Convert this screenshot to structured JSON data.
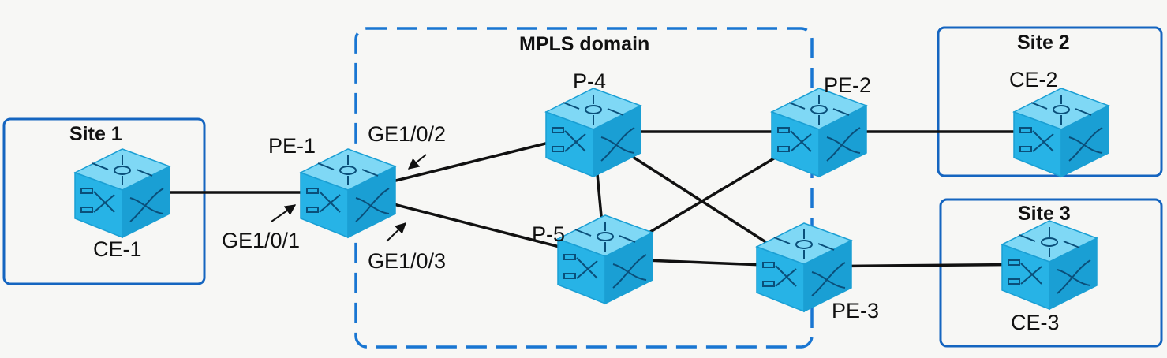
{
  "colors": {
    "site_box": "#1565c0",
    "domain_box": "#1976d2",
    "link": "#111111",
    "router_top": "#7fd8f5",
    "router_front": "#27b3e6",
    "router_side": "#1a9fd4",
    "router_glyph": "#0a4f7a"
  },
  "domain": {
    "label": "MPLS domain"
  },
  "sites": [
    {
      "id": "site1",
      "label": "Site 1"
    },
    {
      "id": "site2",
      "label": "Site 2"
    },
    {
      "id": "site3",
      "label": "Site 3"
    }
  ],
  "devices": [
    {
      "id": "ce1",
      "label": "CE-1",
      "icon": "router-icon"
    },
    {
      "id": "pe1",
      "label": "PE-1",
      "icon": "router-icon"
    },
    {
      "id": "p4",
      "label": "P-4",
      "icon": "router-icon"
    },
    {
      "id": "p5",
      "label": "P-5",
      "icon": "router-icon"
    },
    {
      "id": "pe2",
      "label": "PE-2",
      "icon": "router-icon"
    },
    {
      "id": "pe3",
      "label": "PE-3",
      "icon": "router-icon"
    },
    {
      "id": "ce2",
      "label": "CE-2",
      "icon": "router-icon"
    },
    {
      "id": "ce3",
      "label": "CE-3",
      "icon": "router-icon"
    }
  ],
  "links": [
    {
      "from": "ce1",
      "to": "pe1"
    },
    {
      "from": "pe1",
      "to": "p4"
    },
    {
      "from": "pe1",
      "to": "p5"
    },
    {
      "from": "p4",
      "to": "p5"
    },
    {
      "from": "p4",
      "to": "pe2"
    },
    {
      "from": "p4",
      "to": "pe3"
    },
    {
      "from": "p5",
      "to": "pe2"
    },
    {
      "from": "p5",
      "to": "pe3"
    },
    {
      "from": "pe2",
      "to": "ce2"
    },
    {
      "from": "pe3",
      "to": "ce3"
    }
  ],
  "interfaces": [
    {
      "id": "ge101",
      "label": "GE1/0/1"
    },
    {
      "id": "ge102",
      "label": "GE1/0/2"
    },
    {
      "id": "ge103",
      "label": "GE1/0/3"
    }
  ]
}
